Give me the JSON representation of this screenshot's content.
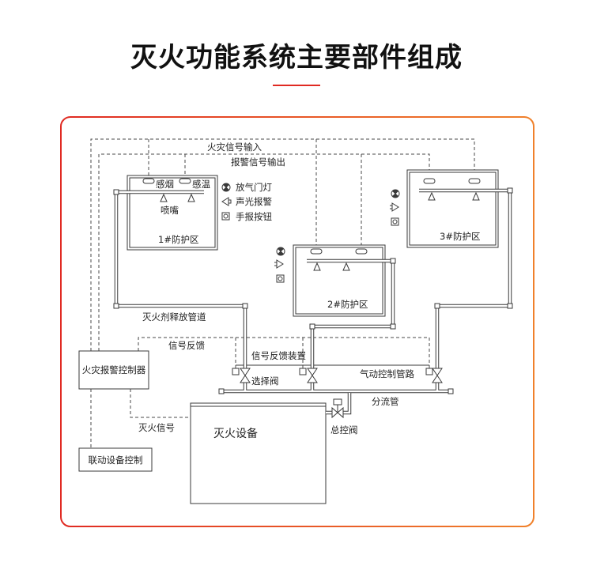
{
  "title": "灭火功能系统主要部件组成",
  "colors": {
    "accent": "#e02a22",
    "frame_start": "#e02a22",
    "frame_end": "#f0812b"
  },
  "signals": {
    "fire_signal_input": "火灾信号输入",
    "alarm_signal_output": "报警信号输出",
    "signal_feedback": "信号反馈",
    "extinguish_signal": "灭火信号",
    "pneumatic_control_line": "气动控制管路"
  },
  "zones": {
    "zone1": {
      "label": "1#防护区",
      "smoke_detector": "感烟",
      "heat_detector": "感温",
      "nozzle": "喷嘴",
      "devices": [
        "放气门灯",
        "声光报警",
        "手报按钮"
      ]
    },
    "zone2": {
      "label": "2#防护区"
    },
    "zone3": {
      "label": "3#防护区"
    }
  },
  "piping": {
    "release_pipe": "灭火剂释放管道",
    "feedback_device": "信号反馈装置",
    "selector_valve": "选择阀",
    "manifold": "分流管",
    "main_valve": "总控阀"
  },
  "equipment": {
    "fire_alarm_controller": "火灾报警控制器",
    "extinguishing_equipment": "灭火设备",
    "linkage_control": "联动设备控制"
  }
}
